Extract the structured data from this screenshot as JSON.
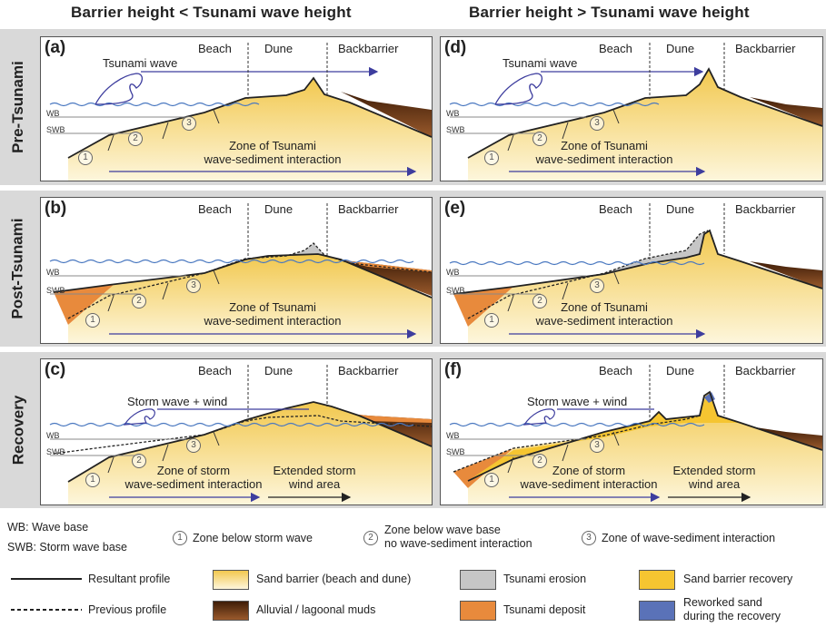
{
  "column_headers": [
    "Barrier height < Tsunami wave height",
    "Barrier height > Tsunami wave height"
  ],
  "row_labels": [
    "Pre-Tsunami",
    "Post-Tsunami",
    "Recovery"
  ],
  "zones": {
    "beach": "Beach",
    "dune": "Dune",
    "backbarrier": "Backbarrier"
  },
  "levels": {
    "wb": "WB",
    "swb": "SWB"
  },
  "numbers": [
    "1",
    "2",
    "3"
  ],
  "panels": [
    {
      "id": "(a)",
      "wave": "Tsunami wave",
      "interaction": [
        "Zone of Tsunami",
        "wave-sediment interaction"
      ]
    },
    {
      "id": "(b)",
      "interaction": [
        "Zone of Tsunami",
        "wave-sediment interaction"
      ]
    },
    {
      "id": "(c)",
      "wave": "Storm wave + wind",
      "interaction": [
        "Zone of storm",
        "wave-sediment interaction"
      ],
      "wind": [
        "Extended storm",
        "wind area"
      ]
    },
    {
      "id": "(d)",
      "wave": "Tsunami wave",
      "interaction": [
        "Zone of Tsunami",
        "wave-sediment interaction"
      ]
    },
    {
      "id": "(e)",
      "interaction": [
        "Zone of Tsunami",
        "wave-sediment interaction"
      ]
    },
    {
      "id": "(f)",
      "wave": "Storm wave + wind",
      "interaction": [
        "Zone of storm",
        "wave-sediment interaction"
      ],
      "wind": [
        "Extended storm",
        "wind area"
      ]
    }
  ],
  "legend": {
    "wb": "WB: Wave base",
    "swb": "SWB: Storm wave base",
    "zone1": "Zone below storm wave",
    "zone2": [
      "Zone below wave base",
      "no wave-sediment interaction"
    ],
    "zone3": "Zone of wave-sediment  interaction",
    "resultant": "Resultant profile",
    "previous": "Previous profile",
    "sand_barrier": "Sand barrier (beach and dune)",
    "muds": "Alluvial / lagoonal muds",
    "erosion": "Tsunami erosion",
    "deposit": "Tsunami deposit",
    "recovery": "Sand barrier recovery",
    "reworked": [
      "Reworked sand",
      "during the recovery"
    ]
  },
  "colors": {
    "sand": "#f2c84e",
    "sand_light": "#fbf3d6",
    "mud": "#5a2e12",
    "erosion": "#c6c6c6",
    "deposit": "#e88a3c",
    "recovery": "#f5c531",
    "reworked": "#5a72b8",
    "arrow": "#3d3d9e",
    "band": "#d9d9d9"
  }
}
